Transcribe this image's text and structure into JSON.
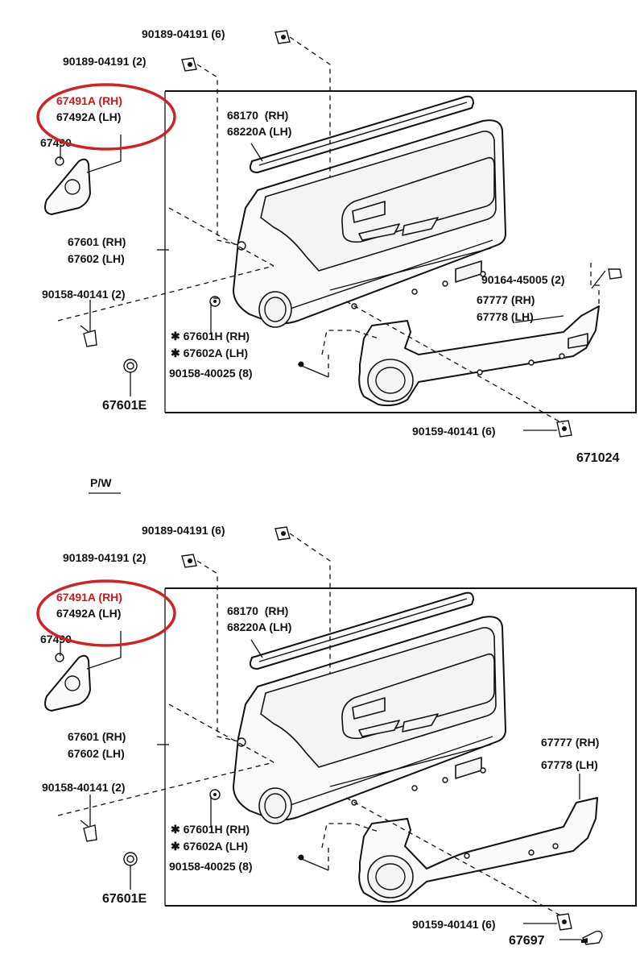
{
  "highlight_color": "#d42020",
  "diagrams": [
    {
      "labels": {
        "screw_top": "90189-04191 (6)",
        "screw_left": "90189-04191 (2)",
        "cover_rh": "67491A (RH)",
        "cover_lh": "67492A (LH)",
        "clip_490": "67490",
        "weatherstrip_rh": "68170  (RH)",
        "weatherstrip_lh": "68220A (LH)",
        "board_rh": "67601 (RH)",
        "board_lh": "67602 (LH)",
        "screw_mid": "90158-40141 (2)",
        "clip_right": "90164-45005 (2)",
        "lower_rh": "67777 (RH)",
        "lower_lh": "67778 (LH)",
        "sub_rh": "✱ 67601H (RH)",
        "sub_lh": "✱ 67602A (LH)",
        "screw_small": "90158-40025 (8)",
        "grommet": "67601E",
        "screw_bottom": "90159-40141 (6)",
        "figure_no": "671024"
      }
    },
    {
      "labels": {
        "screw_top": "90189-04191 (6)",
        "screw_left": "90189-04191 (2)",
        "cover_rh": "67491A (RH)",
        "cover_lh": "67492A (LH)",
        "clip_490": "67490",
        "weatherstrip_rh": "68170  (RH)",
        "weatherstrip_lh": "68220A (LH)",
        "board_rh": "67601 (RH)",
        "board_lh": "67602 (LH)",
        "screw_mid": "90158-40141 (2)",
        "lower_rh": "67777 (RH)",
        "lower_lh": "67778 (LH)",
        "sub_rh": "✱ 67601H (RH)",
        "sub_lh": "✱ 67602A (LH)",
        "screw_small": "90158-40025 (8)",
        "grommet": "67601E",
        "screw_bottom": "90159-40141 (6)",
        "extra_part": "67697"
      }
    }
  ],
  "section_label": "P/W"
}
